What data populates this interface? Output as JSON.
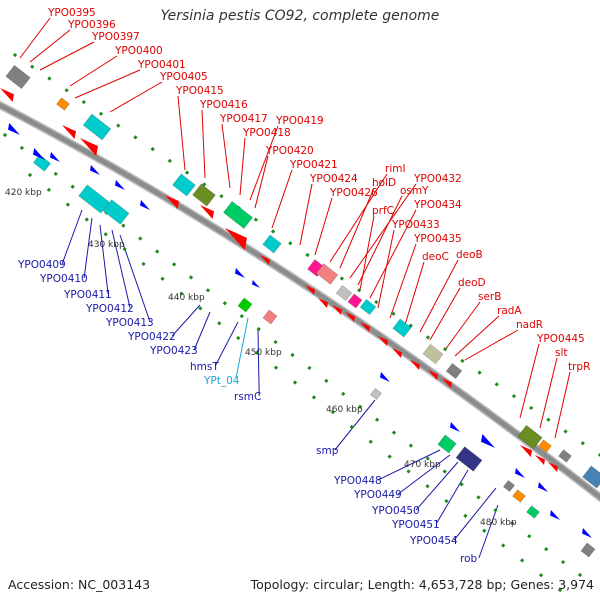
{
  "header": {
    "title": "Yersinia pestis CO92, complete genome"
  },
  "footer": {
    "accession": "Accession: NC_003143",
    "summary": "Topology: circular; Length: 4,653,728 bp; Genes: 3,974"
  },
  "colors": {
    "backbone": "#8c8c8c",
    "forward_label": "#e00000",
    "reverse_label": "#1a1aa8",
    "rna_label": "#1aa3d9",
    "tick": "#1a8a1a"
  },
  "scale": {
    "ticks": [
      "420 kbp",
      "430 kbp",
      "440 kbp",
      "450 kbp",
      "460 kbp",
      "470 kbp",
      "480 kbp"
    ]
  },
  "forward_labels": [
    "YPO0395",
    "YPO0396",
    "YPO0397",
    "YPO0400",
    "YPO0401",
    "YPO0405",
    "YPO0415",
    "YPO0416",
    "YPO0417",
    "YPO0418",
    "YPO0419",
    "YPO0420",
    "YPO0421",
    "YPO0424",
    "YPO0426",
    "rimI",
    "holD",
    "YPO0432",
    "osmY",
    "prfC",
    "YPO0434",
    "YPO0433",
    "YPO0435",
    "deoC",
    "deoB",
    "deoD",
    "serB",
    "radA",
    "nadR",
    "YPO0445",
    "slt",
    "trpR"
  ],
  "reverse_labels": [
    "YPO0409",
    "YPO0410",
    "YPO0411",
    "YPO0412",
    "YPO0413",
    "YPO0422",
    "YPO0423",
    "hmsT",
    "rsmC",
    "smp",
    "YPO0448",
    "YPO0449",
    "YPO0450",
    "YPO0451",
    "YPO0454",
    "rob"
  ],
  "rna_labels": [
    "YPt_04"
  ]
}
